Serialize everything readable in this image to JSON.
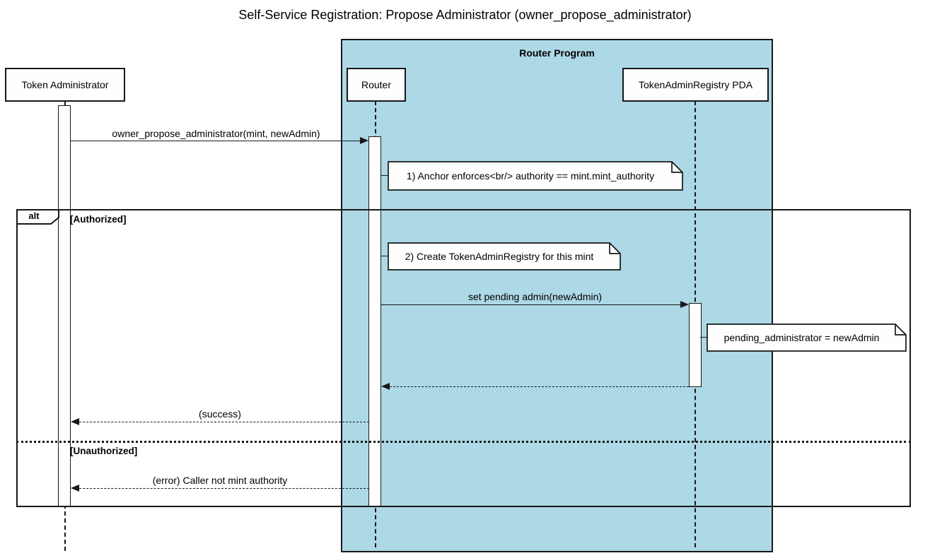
{
  "diagram": {
    "title": "Self-Service Registration: Propose Administrator (owner_propose_administrator)",
    "group": {
      "label": "Router Program"
    },
    "participants": [
      {
        "label": "Token Administrator"
      },
      {
        "label": "Router"
      },
      {
        "label": "TokenAdminRegistry PDA"
      }
    ],
    "messages": [
      {
        "label": "owner_propose_administrator(mint, newAdmin)",
        "type": "sync"
      },
      {
        "label": "set pending admin(newAdmin)",
        "type": "sync"
      },
      {
        "label": "",
        "type": "return"
      },
      {
        "label": "(success)",
        "type": "return"
      },
      {
        "label": "(error) Caller not mint authority",
        "type": "return"
      }
    ],
    "notes": [
      {
        "text": "1) Anchor enforces<br/> authority == mint.mint_authority"
      },
      {
        "text": "2) Create TokenAdminRegistry for this mint"
      },
      {
        "text": "pending_administrator = newAdmin"
      }
    ],
    "alt_frame": {
      "operator": "alt",
      "guard_authorized": "[Authorized]",
      "guard_unauthorized": "[Unauthorized]"
    },
    "colors": {
      "group_fill": "#ADD8E6",
      "stroke": "#181818",
      "note_fill": "#FEFEFE",
      "background": "#FFFFFF"
    }
  }
}
